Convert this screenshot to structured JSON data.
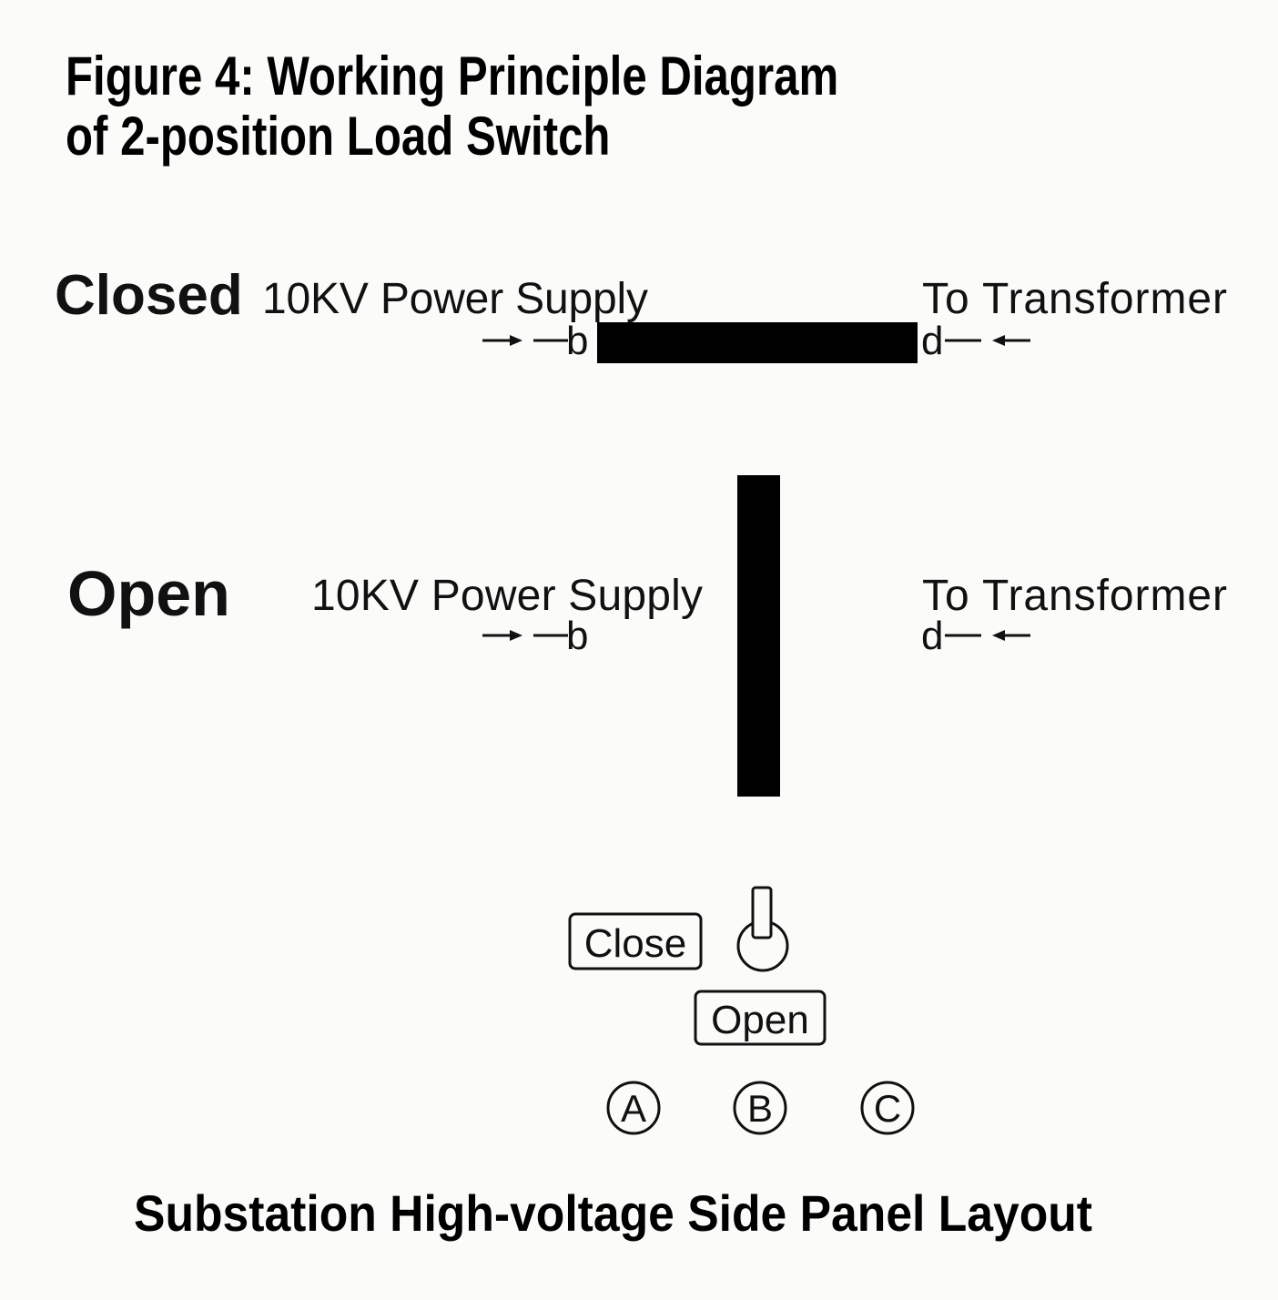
{
  "title_line1": "Figure 4: Working Principle Diagram",
  "title_line2": "of 2-position Load Switch",
  "closed": {
    "state_label": "Closed",
    "source_label": "10KV Power Supply",
    "target_label": "To Transformer",
    "source_terminal": "b",
    "target_terminal": "d"
  },
  "open": {
    "state_label": "Open",
    "source_label": "10KV Power Supply",
    "target_label": "To Transformer",
    "source_terminal": "b",
    "target_terminal": "d"
  },
  "panel": {
    "close_button": "Close",
    "open_button": "Open",
    "phases": [
      "A",
      "B",
      "C"
    ],
    "caption": "Substation High-voltage Side Panel Layout"
  }
}
